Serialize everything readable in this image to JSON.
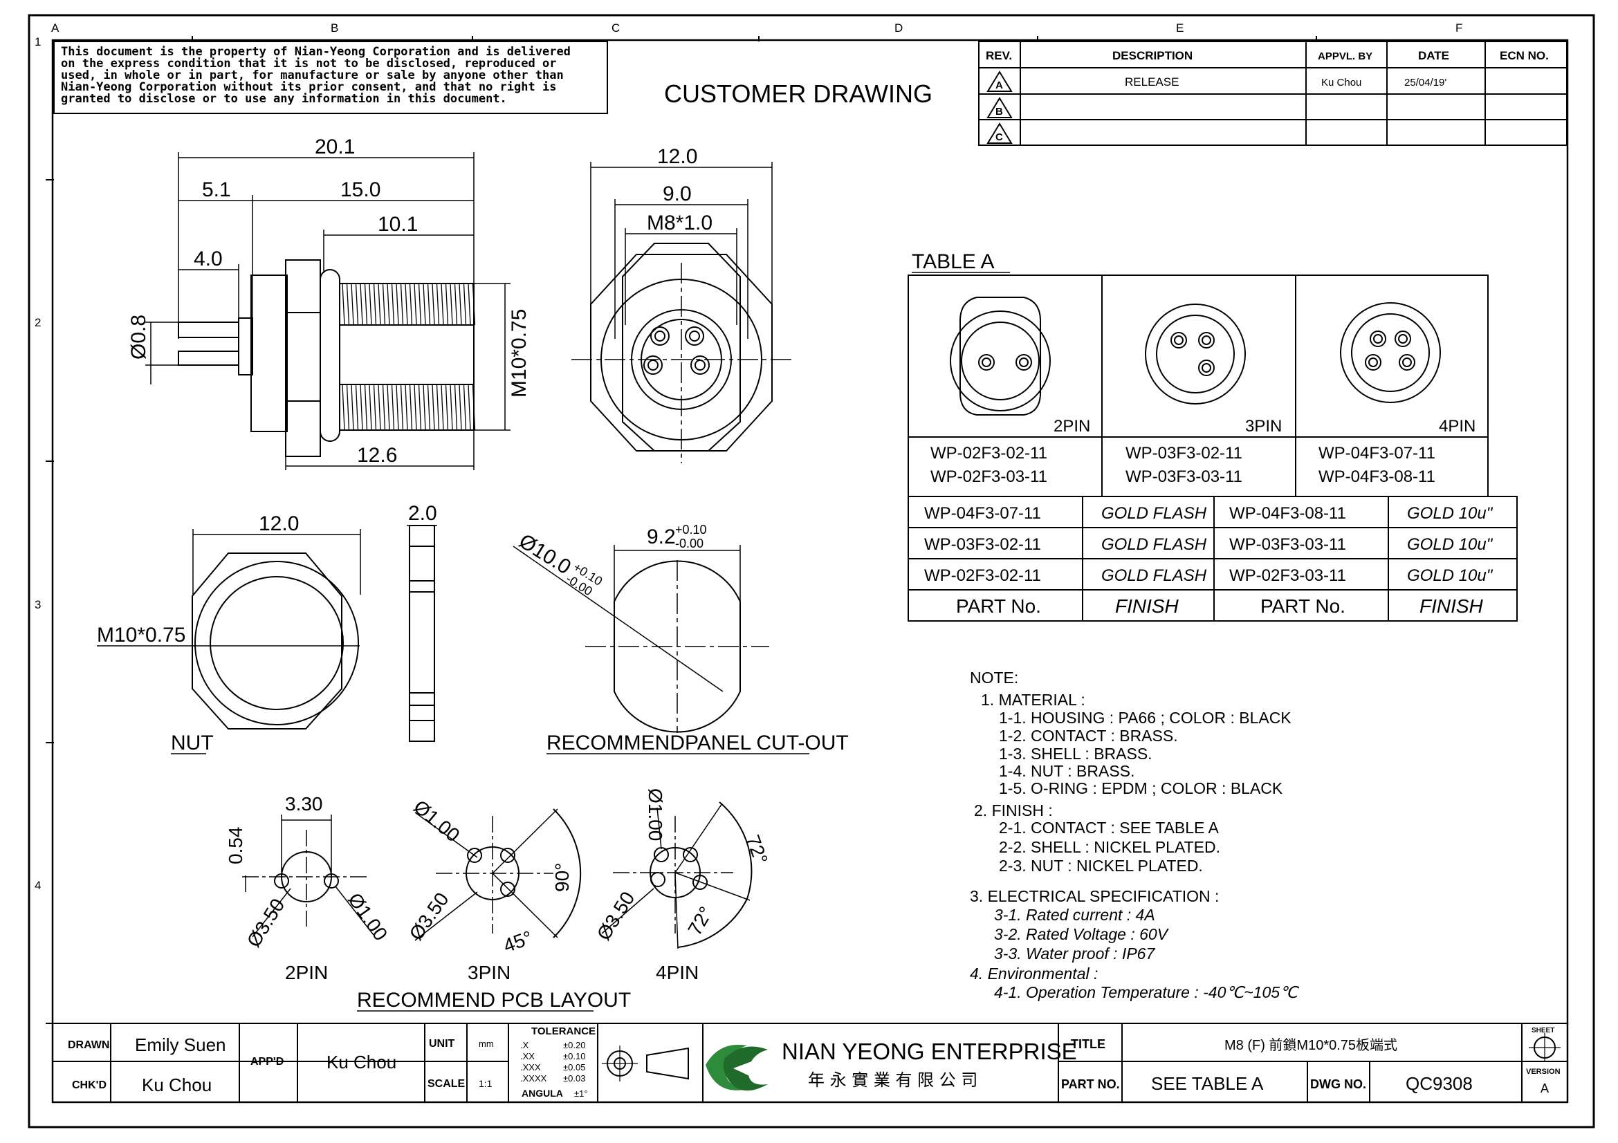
{
  "grid": {
    "columns": [
      "A",
      "B",
      "C",
      "D",
      "E",
      "F"
    ],
    "rows": [
      "1",
      "2",
      "3",
      "4"
    ]
  },
  "property_notice": [
    "This document is the property of Nian-Yeong Corporation and is delivered",
    "on  the  express condition that it is not to be disclosed, reproduced or",
    "used, in whole or in part, for manufacture or sale by anyone other than",
    "Nian-Yeong Corporation without  its prior consent, and that  no right  is",
    "granted to disclose or to use any information in this  document."
  ],
  "header_title": "CUSTOMER  DRAWING",
  "revision": {
    "headers": [
      "REV.",
      "DESCRIPTION",
      "APPVL. BY",
      "DATE",
      "ECN NO."
    ],
    "rows": [
      {
        "rev": "A",
        "description": "RELEASE",
        "approved_by": "Ku Chou",
        "date": "25/04/19'",
        "ecn": ""
      },
      {
        "rev": "B",
        "description": "",
        "approved_by": "",
        "date": "",
        "ecn": ""
      },
      {
        "rev": "C",
        "description": "",
        "approved_by": "",
        "date": "",
        "ecn": ""
      }
    ]
  },
  "side_view": {
    "dims": {
      "total": "20.1",
      "left": "5.1",
      "right": "15.0",
      "thread": "10.1",
      "pin": "4.0",
      "pin_dia": "Ø0.8",
      "thread_spec": "M10*0.75",
      "bottom": "12.6"
    }
  },
  "front_view": {
    "dims": {
      "outer": "12.0",
      "mid": "9.0",
      "thread": "M8*1.0"
    }
  },
  "nut_view": {
    "dims": {
      "width": "12.0",
      "thread": "M10*0.75",
      "thickness": "2.0"
    },
    "label": "NUT"
  },
  "cutout": {
    "dims": {
      "dia": "Ø10.0",
      "dia_tol_plus": "+0.10",
      "dia_tol_minus": "-0.00",
      "flat": "9.2",
      "flat_tol_plus": "+0.10",
      "flat_tol_minus": "-0.00"
    },
    "label": "RECOMMENDPANEL  CUT-OUT"
  },
  "table_a": {
    "title": "TABLE  A",
    "pin_labels": [
      "2PIN",
      "3PIN",
      "4PIN"
    ],
    "part_groups": [
      [
        "WP-02F3-02-11",
        "WP-02F3-03-11"
      ],
      [
        "WP-03F3-02-11",
        "WP-03F3-03-11"
      ],
      [
        "WP-04F3-07-11",
        "WP-04F3-08-11"
      ]
    ],
    "finish_rows": [
      [
        "WP-04F3-07-11",
        "GOLD FLASH",
        "WP-04F3-08-11",
        "GOLD 10u\""
      ],
      [
        "WP-03F3-02-11",
        "GOLD FLASH",
        "WP-03F3-03-11",
        "GOLD 10u\""
      ],
      [
        "WP-02F3-02-11",
        "GOLD FLASH",
        "WP-02F3-03-11",
        "GOLD 10u\""
      ]
    ],
    "footer": [
      "PART No.",
      "FINISH",
      "PART No.",
      "FINISH"
    ]
  },
  "pcb_layout": {
    "title": "RECOMMEND  PCB  LAYOUT",
    "labels": [
      "2PIN",
      "3PIN",
      "4PIN"
    ],
    "dims2": {
      "spacing": "3.30",
      "offset": "0.54",
      "circle": "Ø3.50",
      "hole": "Ø1.00"
    },
    "dims3": {
      "hole": "Ø1.00",
      "circle": "Ø3.50",
      "angle1": "90°",
      "angle2": "45°"
    },
    "dims4": {
      "hole": "Ø1.00",
      "circle": "Ø3.50",
      "angle1": "72°",
      "angle2": "72°"
    }
  },
  "notes": [
    "NOTE:",
    "1.  MATERIAL  :",
    "1-1.  HOUSING  :  PA66  ;  COLOR  :  BLACK",
    "1-2.  CONTACT  :  BRASS.",
    "1-3.  SHELL  :  BRASS.",
    "1-4.  NUT  :  BRASS.",
    "1-5.  O-RING  :  EPDM  ;  COLOR  :  BLACK",
    "2.  FINISH  :",
    "2-1.  CONTACT  :  SEE  TABLE  A",
    "2-2.  SHELL  :  NICKEL  PLATED.",
    "2-3.  NUT  :  NICKEL  PLATED.",
    "3.  ELECTRICAL  SPECIFICATION  :",
    "3-1.  Rated  current  :  4A",
    "3-2.  Rated  Voltage  :  60V",
    "3-3.  Water  proof  :  IP67",
    "4.  Environmental  :",
    "4-1.  Operation  Temperature  :  -40℃~105℃"
  ],
  "title_block": {
    "drawn_label": "DRAWN",
    "drawn": "Emily  Suen",
    "checked_label": "CHK'D",
    "checked": "Ku  Chou",
    "app_label": "APP'D",
    "approved": "Ku  Chou",
    "unit_label": "UNIT",
    "unit": "mm",
    "scale_label": "SCALE",
    "scale": "1:1",
    "tolerance_title": "TOLERANCE",
    "tolerances": [
      [
        ".X",
        "±0.20"
      ],
      [
        ".XX",
        "±0.10"
      ],
      [
        ".XXX",
        "±0.05"
      ],
      [
        ".XXXX",
        "±0.03"
      ],
      [
        "ANGULA",
        "±1°"
      ]
    ],
    "company": "NIAN YEONG ENTERPRISE",
    "company_cn": "年 永 實 業 有 限 公 司",
    "title_label": "TITLE",
    "title": "M8  (F)  前鎖M10*0.75板端式",
    "part_label": "PART NO.",
    "part": "SEE  TABLE  A",
    "dwg_label": "DWG NO.",
    "dwg": "QC9308",
    "sheet_label": "SHEET",
    "version_label": "VERSION",
    "version": "A"
  }
}
